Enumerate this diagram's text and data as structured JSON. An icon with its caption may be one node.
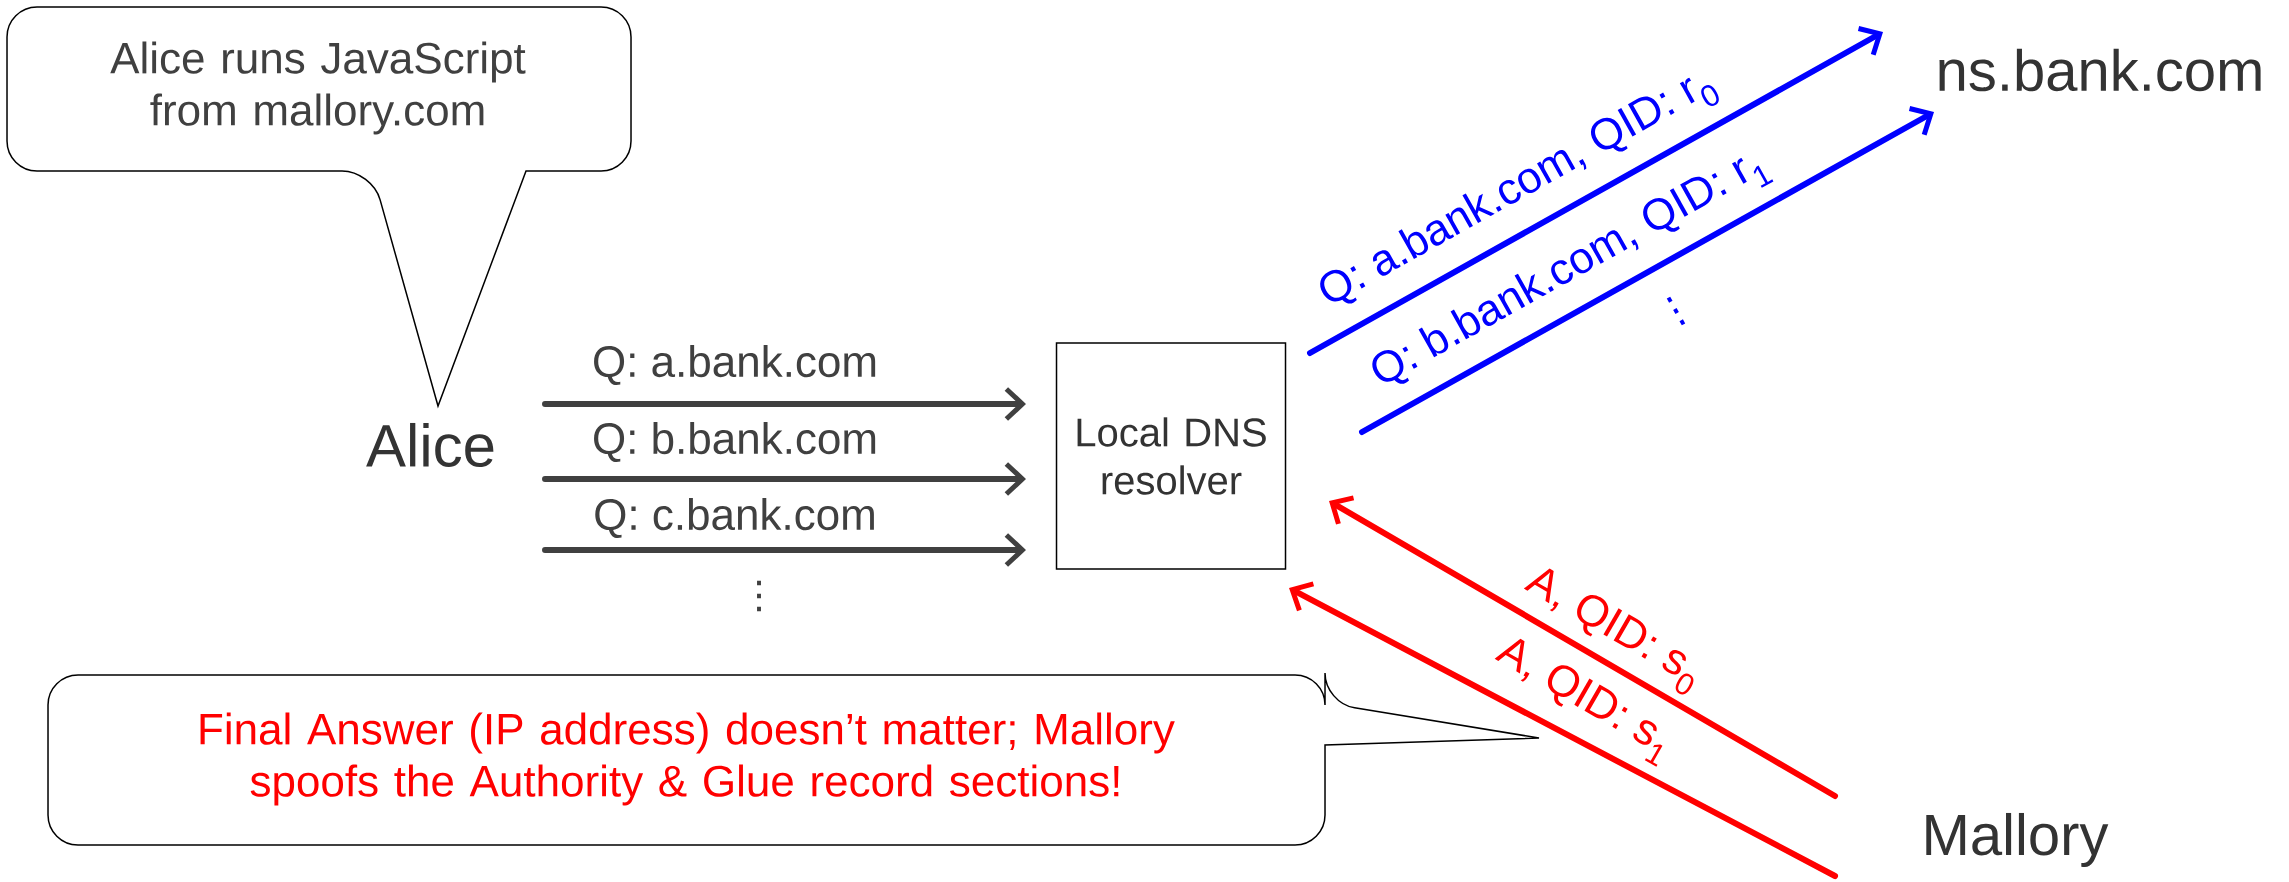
{
  "diagram": {
    "nodes": [
      {
        "text": [
          "Alice runs JavaScript from mallory.com"
        ]
      },
      {
        "text": [
          "Alice"
        ]
      },
      {
        "text": [
          "Local DNS resolver"
        ]
      },
      {
        "text": [
          "ns.bank.com"
        ]
      },
      {
        "text": [
          "Mallory"
        ]
      },
      {
        "text": [
          "Final Answer (IP address) doesn’t matter; Mallory spoofs the Authority & Glue record sections!"
        ]
      }
    ],
    "edges": [
      {
        "from": 1,
        "to": 2,
        "arrow": "to",
        "label": "Q: a.bank.com",
        "color": "#404040"
      },
      {
        "from": 1,
        "to": 2,
        "arrow": "to",
        "label": "Q: b.bank.com",
        "color": "#404040"
      },
      {
        "from": 1,
        "to": 2,
        "arrow": "to",
        "label": "Q: c.bank.com",
        "color": "#404040"
      },
      {
        "from": 2,
        "to": 3,
        "arrow": "to",
        "label": "Q: a.bank.com, QID: r$_{0}$",
        "color": "#0000ff"
      },
      {
        "from": 2,
        "to": 3,
        "arrow": "to",
        "label": "Q: b.bank.com, QID: r$_{1}$",
        "color": "#0000ff"
      },
      {
        "from": 4,
        "to": 2,
        "arrow": "to",
        "label": "A, QID: s$_{0}$",
        "color": "#ff0000"
      },
      {
        "from": 4,
        "to": 2,
        "arrow": "to",
        "label": "A, QID: s$_{1}$",
        "color": "#ff0000"
      }
    ],
    "labels": [
      "⋮",
      "⋮"
    ]
  }
}
